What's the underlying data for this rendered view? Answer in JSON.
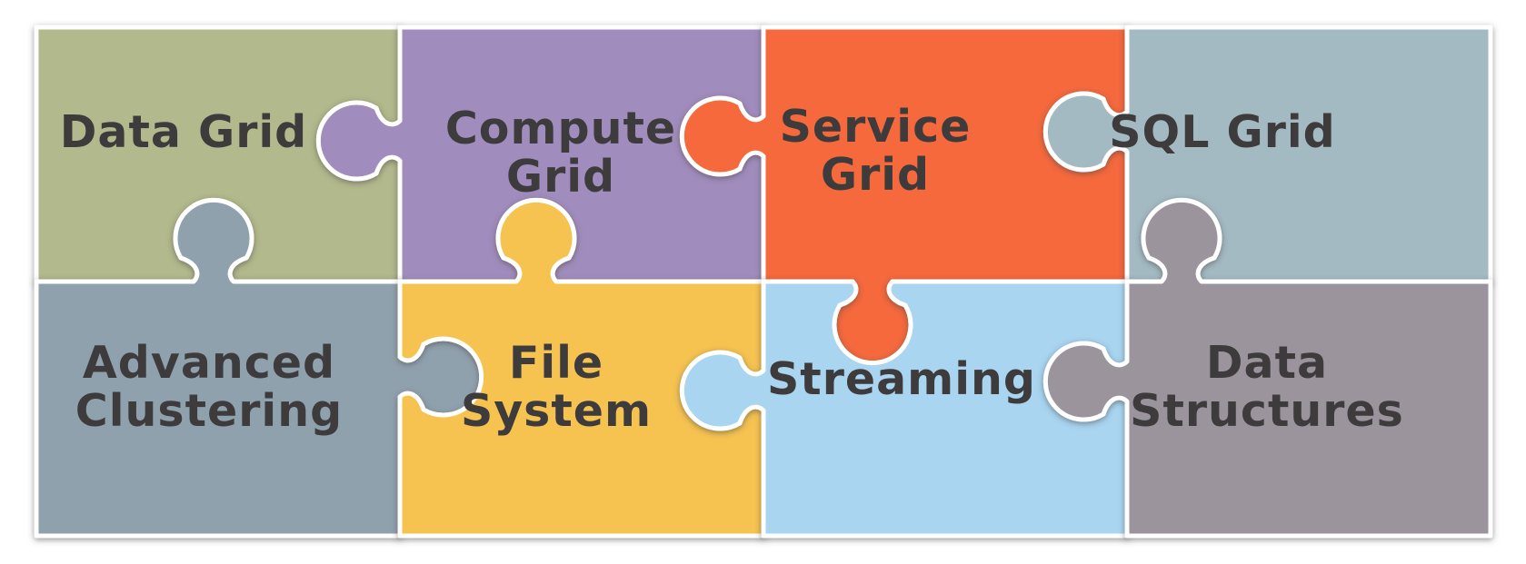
{
  "diagram": {
    "name": "puzzle-feature-diagram",
    "background": "#ffffff",
    "outline_color": "#ffffff",
    "text_color": "#3d3b3c",
    "pieces": [
      {
        "id": "data-grid",
        "label_lines": [
          "Data Grid"
        ],
        "color": "#b2b98c"
      },
      {
        "id": "compute-grid",
        "label_lines": [
          "Compute",
          "Grid"
        ],
        "color": "#a18dbd"
      },
      {
        "id": "service-grid",
        "label_lines": [
          "Service",
          "Grid"
        ],
        "color": "#f5693c"
      },
      {
        "id": "sql-grid",
        "label_lines": [
          "SQL Grid"
        ],
        "color": "#a4bac3"
      },
      {
        "id": "advanced-clustering",
        "label_lines": [
          "Advanced",
          "Clustering"
        ],
        "color": "#90a1ae"
      },
      {
        "id": "file-system",
        "label_lines": [
          "File",
          "System"
        ],
        "color": "#f6c351"
      },
      {
        "id": "streaming",
        "label_lines": [
          "Streaming"
        ],
        "color": "#a9d5f1"
      },
      {
        "id": "data-structures",
        "label_lines": [
          "Data",
          "Structures"
        ],
        "color": "#9b949d"
      }
    ]
  }
}
